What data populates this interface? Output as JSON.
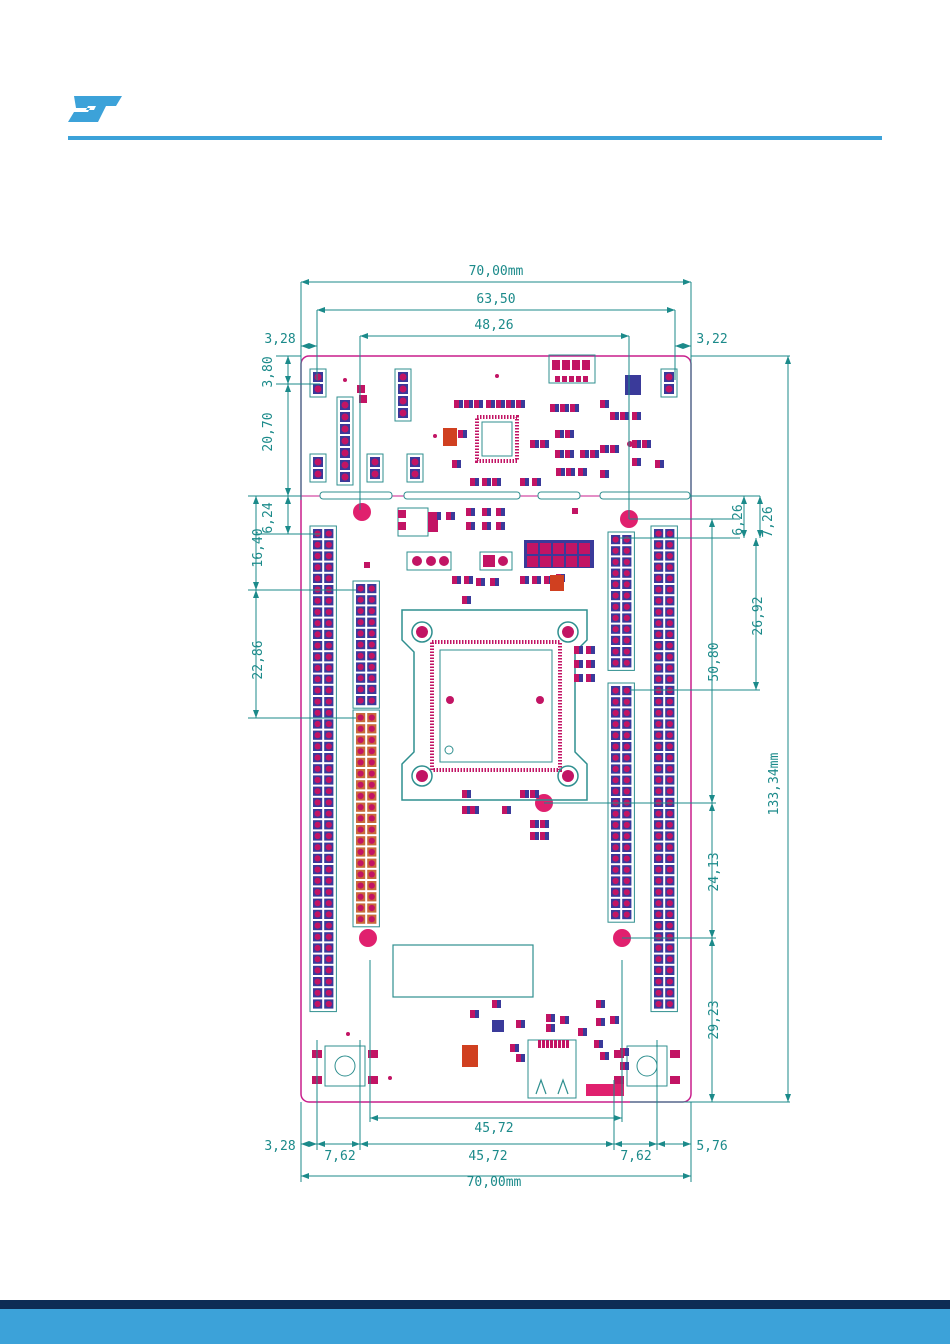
{
  "colors": {
    "brand_blue": "#3ca2d9",
    "footer_dark": "#0d2c55",
    "dimension": "#1b8a8a",
    "board_outline": "#c81e8c",
    "pad": "#c21464",
    "pad_blue": "#3a3a9a",
    "silkscreen": "#2f8f8f"
  },
  "logo": {
    "icon": "st-logo-icon",
    "text": "ST"
  },
  "drawing": {
    "top_width_total": "70,00mm",
    "top_width_mounting": "63,50",
    "top_width_inner": "48,26",
    "top_left_offset": "3,28",
    "top_right_offset": "3,22",
    "left_vertical_small": "3,80",
    "left_vertical_top_section": "20,70",
    "left_vertical_gap": "6,24",
    "left_vertical_header_offset": "16,40",
    "left_vertical_header_span": "22,86",
    "right_vertical_a": "6,26",
    "right_vertical_b": "7,26",
    "right_vertical_c": "26,92",
    "right_vertical_d": "50,80",
    "right_vertical_e": "24,13",
    "right_vertical_f": "29,23",
    "right_vertical_total": "133,34mm",
    "bottom_inner_width": "45,72",
    "bottom_left_offset": "3,28",
    "bottom_left_pitch": "7,62",
    "bottom_center_width": "45,72",
    "bottom_right_pitch": "7,62",
    "bottom_right_offset": "5,76",
    "bottom_width_total": "70,00mm"
  }
}
